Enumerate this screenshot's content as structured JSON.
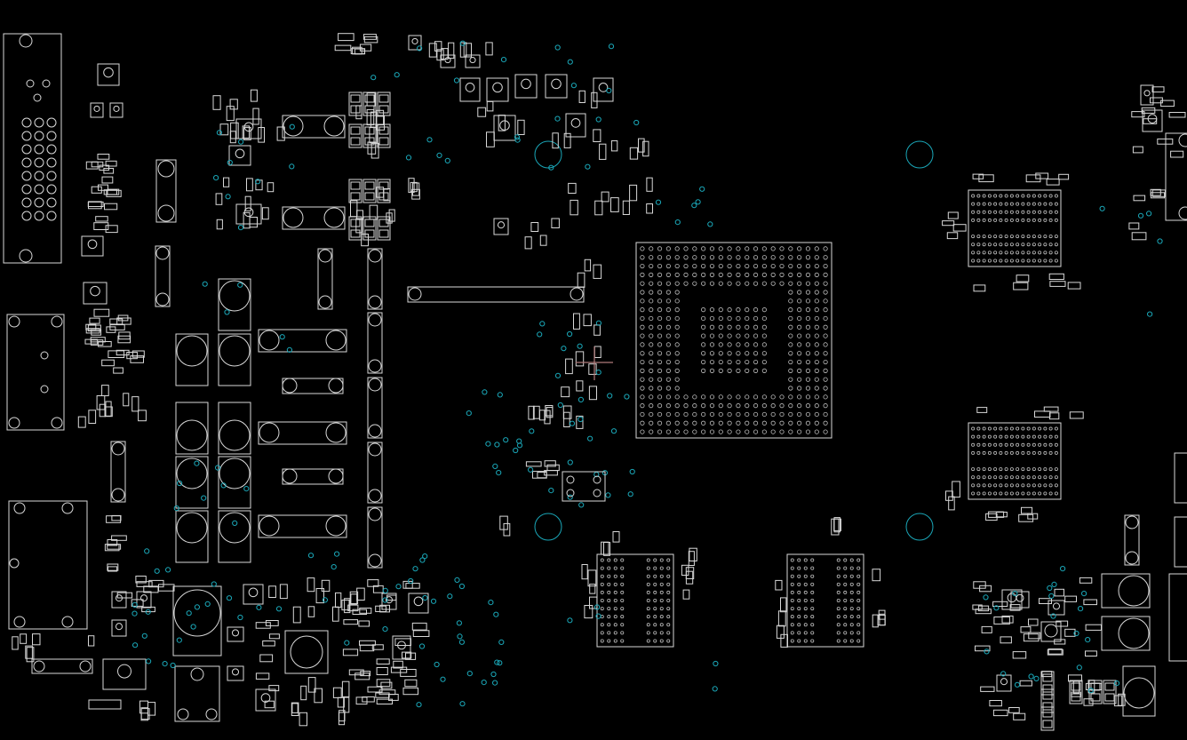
{
  "view": {
    "background": "#000000",
    "outline_color": "#d8d8d8",
    "via_color": "#1aa7b8",
    "cursor_color": "#b07a7a"
  },
  "components": {
    "ic_packages": [
      {
        "name": "main-bga-chip",
        "rows": 22,
        "cols": 22,
        "has_center_gap": true
      },
      {
        "name": "memory-chip-upper-right",
        "rows": 9,
        "cols": 16
      },
      {
        "name": "memory-chip-middle-right",
        "rows": 9,
        "cols": 16
      },
      {
        "name": "memory-chip-bottom-left",
        "rows": 11,
        "cols": 4,
        "banks": 2
      },
      {
        "name": "memory-chip-bottom-center",
        "rows": 11,
        "cols": 4,
        "banks": 2
      }
    ],
    "connectors": [
      {
        "name": "vga-connector",
        "pin_rows": 8,
        "pin_cols": 3
      },
      {
        "name": "hdmi-connector"
      },
      {
        "name": "power-connector"
      }
    ]
  }
}
